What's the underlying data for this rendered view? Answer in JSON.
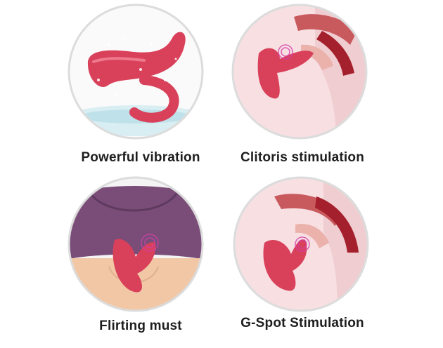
{
  "features": [
    {
      "caption": "Powerful vibration",
      "illustration": "toy-in-water-splash"
    },
    {
      "caption": "Clitoris stimulation",
      "illustration": "anatomy-cross-section-external"
    },
    {
      "caption": "Flirting must",
      "illustration": "torso-with-toy"
    },
    {
      "caption": "G-Spot Stimulation",
      "illustration": "anatomy-cross-section-internal"
    }
  ],
  "colors": {
    "toy": "#d9405a",
    "toy_highlight": "#ee7a8c",
    "skin": "#f7dfe2",
    "organ_dark": "#a4202c",
    "organ_mid": "#c85a5e",
    "organ_light": "#eab2aa",
    "shirt": "#7a4d79",
    "body_skin": "#f1c7a6",
    "circle_border": "#dcdcdc",
    "vibration_glow": "#d33fa8"
  }
}
